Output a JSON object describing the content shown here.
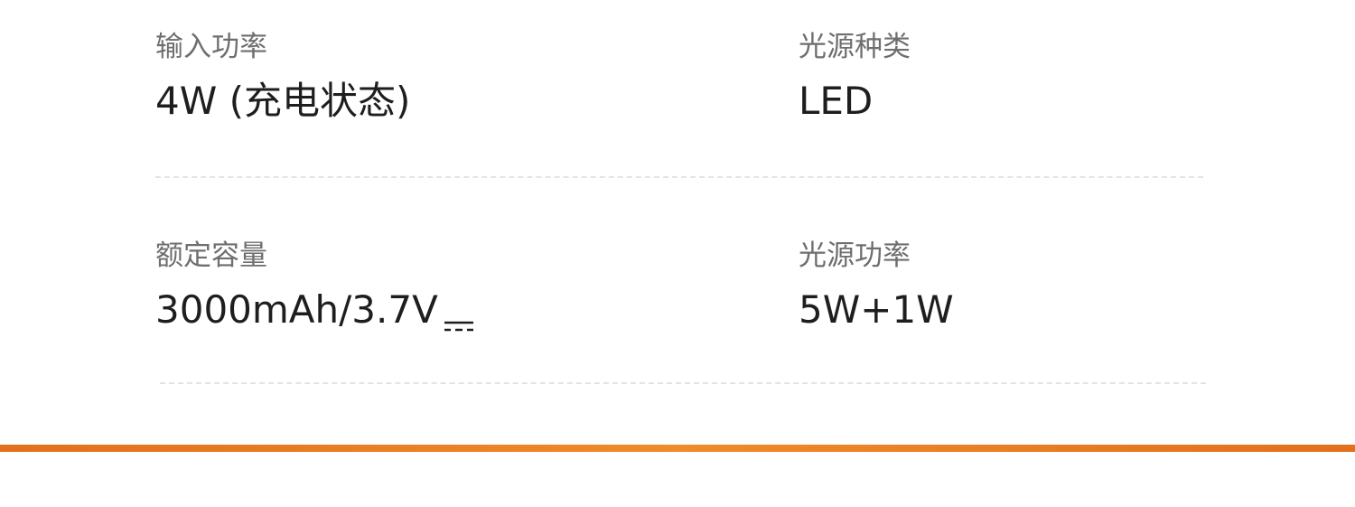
{
  "specs": {
    "input_power": {
      "label": "输入功率",
      "value": "4W (充电状态)"
    },
    "light_type": {
      "label": "光源种类",
      "value": "LED"
    },
    "rated_capacity": {
      "label": "额定容量",
      "value": "3000mAh/3.7V",
      "symbol_icon": "direct-current-icon"
    },
    "light_power": {
      "label": "光源功率",
      "value": "5W+1W"
    }
  },
  "colors": {
    "accent": "#e97a22",
    "label_text": "#6e6e6e",
    "value_text": "#1e1e1e",
    "divider": "#e3e3e3"
  }
}
